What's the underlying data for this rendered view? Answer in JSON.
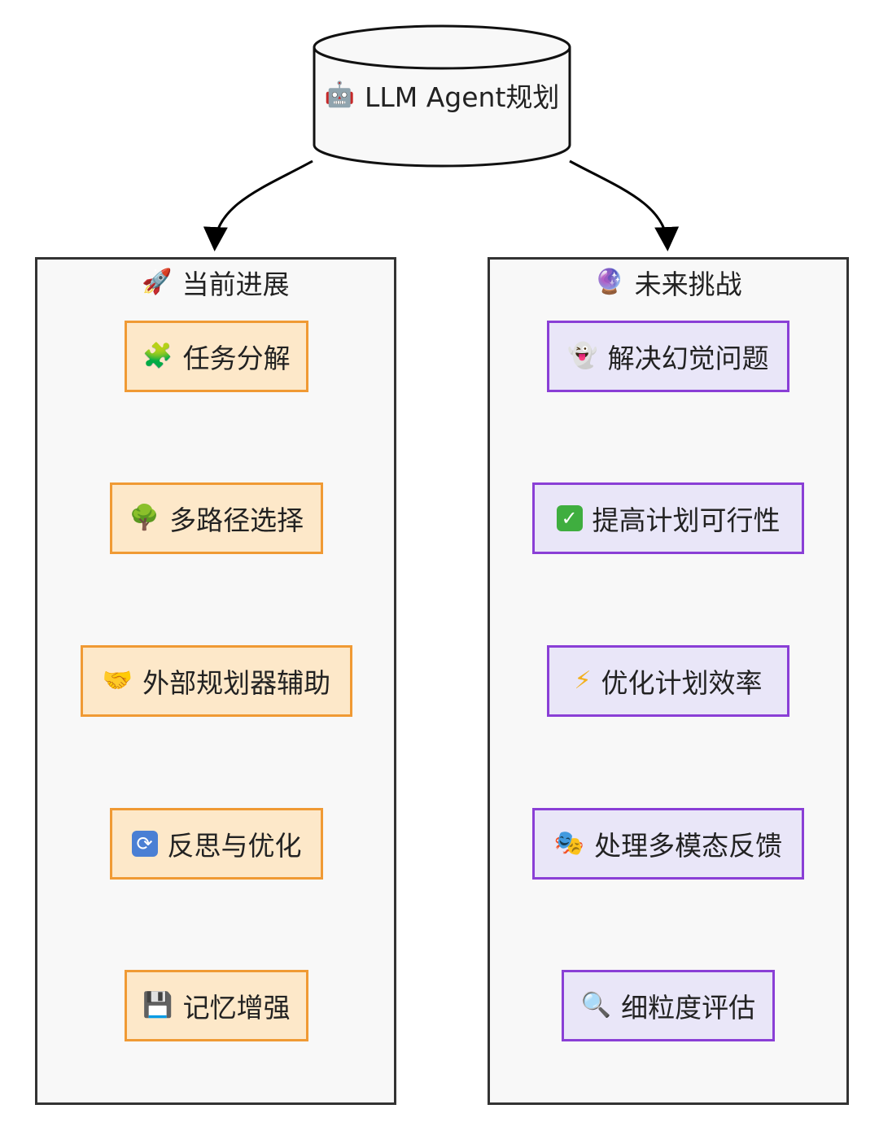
{
  "root": {
    "icon": "🤖",
    "label": "LLM Agent规划"
  },
  "groups": [
    {
      "title_icon": "🚀",
      "title": "当前进展",
      "items": [
        {
          "icon": "🧩",
          "label": "任务分解"
        },
        {
          "icon": "🌳",
          "label": "多路径选择"
        },
        {
          "icon": "🤝",
          "label": "外部规划器辅助"
        },
        {
          "icon": "🔄",
          "label": "反思与优化"
        },
        {
          "icon": "💾",
          "label": "记忆增强"
        }
      ]
    },
    {
      "title_icon": "🔮",
      "title": "未来挑战",
      "items": [
        {
          "icon": "👻",
          "label": "解决幻觉问题"
        },
        {
          "icon": "✓",
          "label": "提高计划可行性"
        },
        {
          "icon": "⚡",
          "label": "优化计划效率"
        },
        {
          "icon": "🎭",
          "label": "处理多模态反馈"
        },
        {
          "icon": "🔍",
          "label": "细粒度评估"
        }
      ]
    }
  ],
  "colors": {
    "progress_border": "#f09a34",
    "progress_fill": "#fde8c9",
    "challenge_border": "#8a3fd6",
    "challenge_fill": "#e9e6f8",
    "group_fill": "#f8f8f8",
    "stroke": "#333333"
  }
}
